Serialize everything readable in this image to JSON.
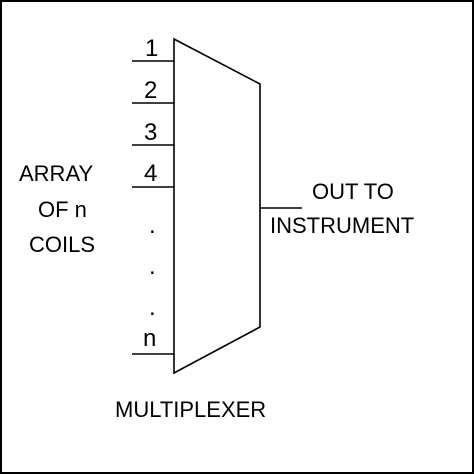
{
  "input_group_label": [
    "ARRAY",
    "OF n",
    "COILS"
  ],
  "inputs": [
    "1",
    "2",
    "3",
    "4",
    "n"
  ],
  "ellipsis_dot": ".",
  "output_label": [
    "OUT TO",
    "INSTRUMENT"
  ],
  "block_label": "MULTIPLEXER"
}
